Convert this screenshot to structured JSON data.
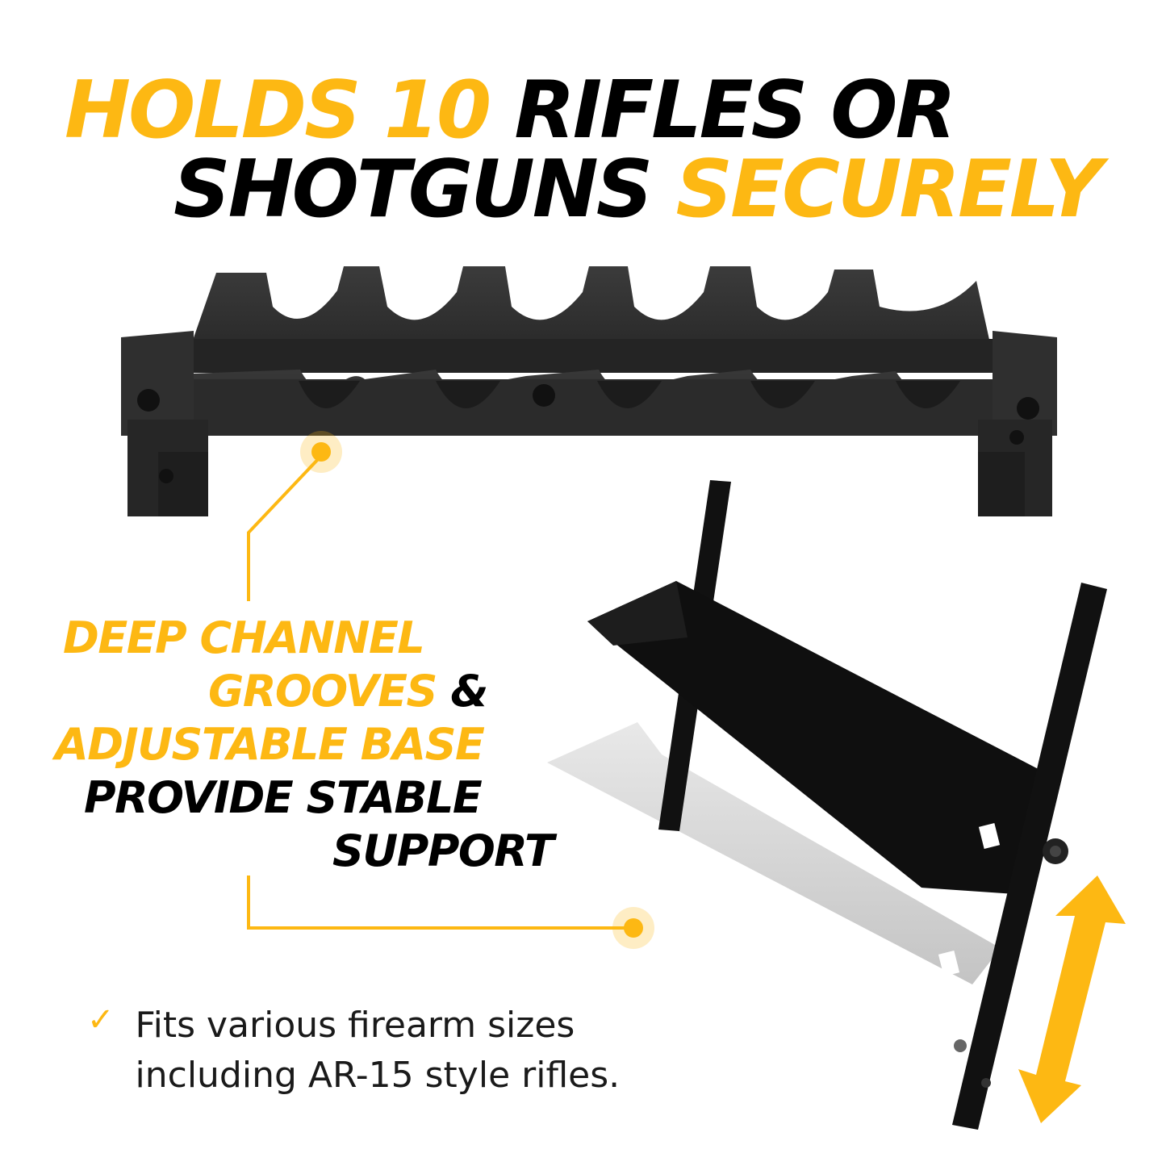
{
  "headline": {
    "line1": {
      "part1": "HOLDS 10",
      "part2": "RIFLES OR"
    },
    "line2": {
      "part1": "SHOTGUNS",
      "part2": "SECURELY"
    }
  },
  "callout": {
    "line1": "DEEP CHANNEL",
    "line2_a": "GROOVES",
    "line2_b": "&",
    "line3": "ADJUSTABLE BASE",
    "line4": "PROVIDE STABLE",
    "line5": "SUPPORT"
  },
  "feature": {
    "line1": "Fits various firearm sizes",
    "line2": "including AR-15 style rifles."
  },
  "colors": {
    "accent": "#FDB813",
    "text": "#000000",
    "product": "#2e2e2e"
  },
  "icons": [
    "check-icon",
    "double-arrow-icon",
    "callout-dot-icon"
  ]
}
